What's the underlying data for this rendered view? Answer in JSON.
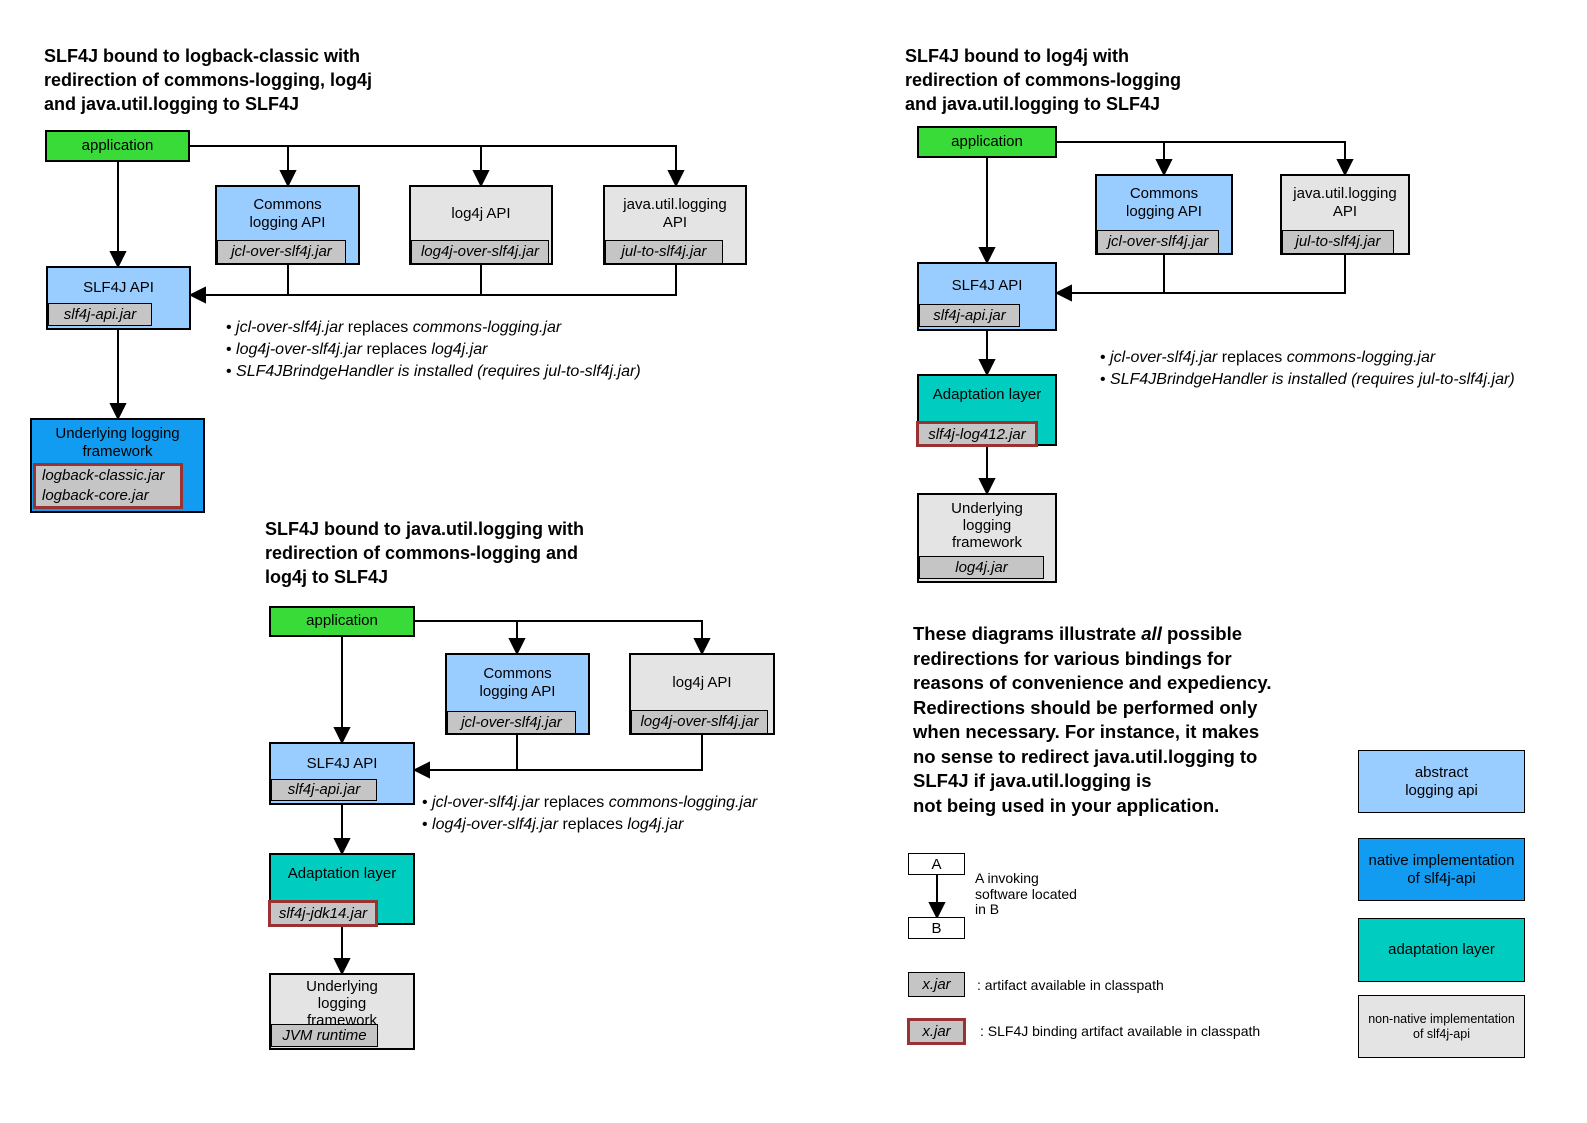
{
  "colors": {
    "green": "#38DB38",
    "lightblue": "#99CCFF",
    "blue": "#119CF1",
    "teal": "#00CCC0",
    "gray": "#E4E4E4",
    "jargray": "#C5C5C5",
    "redborder": "#993333",
    "line": "#000000"
  },
  "d1": {
    "title": "SLF4J bound to logback-classic with\nredirection of commons-logging, log4j\nand java.util.logging to SLF4J",
    "application": "application",
    "commons": {
      "label": "Commons\nlogging API",
      "jar": "jcl-over-slf4j.jar"
    },
    "log4j": {
      "label": "log4j API",
      "jar": "log4j-over-slf4j.jar"
    },
    "jul": {
      "label": "java.util.logging\nAPI",
      "jar": "jul-to-slf4j.jar"
    },
    "slf4j": {
      "label": "SLF4J API",
      "jar": "slf4j-api.jar"
    },
    "underlying": {
      "label": "Underlying logging\nframework",
      "jar": "logback-classic.jar\nlogback-core.jar"
    },
    "bullets": [
      [
        {
          "t": "• ",
          "i": false
        },
        {
          "t": "jcl-over-slf4j.jar",
          "i": true
        },
        {
          "t": " replaces ",
          "i": false
        },
        {
          "t": "commons-logging.jar",
          "i": true
        }
      ],
      [
        {
          "t": "• ",
          "i": false
        },
        {
          "t": "log4j-over-slf4j.jar",
          "i": true
        },
        {
          "t": " replaces ",
          "i": false
        },
        {
          "t": "log4j.jar",
          "i": true
        }
      ],
      [
        {
          "t": "• ",
          "i": false
        },
        {
          "t": "SLF4JBrindgeHandler is installed (requires jul-to-slf4j.jar)",
          "i": true
        }
      ]
    ]
  },
  "d2": {
    "title": "SLF4J bound to log4j with\nredirection of commons-logging\nand java.util.logging to SLF4J",
    "application": "application",
    "commons": {
      "label": "Commons\nlogging API",
      "jar": "jcl-over-slf4j.jar"
    },
    "jul": {
      "label": "java.util.logging\nAPI",
      "jar": "jul-to-slf4j.jar"
    },
    "slf4j": {
      "label": "SLF4J API",
      "jar": "slf4j-api.jar"
    },
    "adaptation": {
      "label": "Adaptation layer",
      "jar": "slf4j-log412.jar"
    },
    "underlying": {
      "label": "Underlying\nlogging\nframework",
      "jar": "log4j.jar"
    },
    "bullets": [
      [
        {
          "t": "• ",
          "i": false
        },
        {
          "t": "jcl-over-slf4j.jar",
          "i": true
        },
        {
          "t": " replaces ",
          "i": false
        },
        {
          "t": "commons-logging.jar",
          "i": true
        }
      ],
      [
        {
          "t": "• ",
          "i": false
        },
        {
          "t": "SLF4JBrindgeHandler is installed (requires jul-to-slf4j.jar)",
          "i": true
        }
      ]
    ]
  },
  "d3": {
    "title": "SLF4J bound to java.util.logging with\nredirection of commons-logging and\nlog4j to SLF4J",
    "application": "application",
    "commons": {
      "label": "Commons\nlogging API",
      "jar": "jcl-over-slf4j.jar"
    },
    "log4j": {
      "label": "log4j API",
      "jar": "log4j-over-slf4j.jar"
    },
    "slf4j": {
      "label": "SLF4J API",
      "jar": "slf4j-api.jar"
    },
    "adaptation": {
      "label": "Adaptation layer",
      "jar": "slf4j-jdk14.jar"
    },
    "underlying": {
      "label": "Underlying\nlogging\nframework",
      "jar": "JVM runtime"
    },
    "bullets": [
      [
        {
          "t": "• ",
          "i": false
        },
        {
          "t": "jcl-over-slf4j.jar",
          "i": true
        },
        {
          "t": " replaces ",
          "i": false
        },
        {
          "t": "commons-logging.jar",
          "i": true
        }
      ],
      [
        {
          "t": "• ",
          "i": false
        },
        {
          "t": "log4j-over-slf4j.jar",
          "i": true
        },
        {
          "t": " replaces ",
          "i": false
        },
        {
          "t": "log4j.jar",
          "i": true
        }
      ]
    ]
  },
  "note_lines": [
    [
      {
        "t": "These diagrams illustrate ",
        "i": false
      },
      {
        "t": "all",
        "i": true
      },
      {
        "t": " possible",
        "i": false
      }
    ],
    [
      {
        "t": "redirections for various bindings for",
        "i": false
      }
    ],
    [
      {
        "t": "reasons of convenience and expediency.",
        "i": false
      }
    ],
    [
      {
        "t": "Redirections should be performed only",
        "i": false
      }
    ],
    [
      {
        "t": "when necessary. For instance, it makes",
        "i": false
      }
    ],
    [
      {
        "t": "no sense to redirect java.util.logging to",
        "i": false
      }
    ],
    [
      {
        "t": "SLF4J if java.util.logging is",
        "i": false
      }
    ],
    [
      {
        "t": "not being used in your application.",
        "i": false
      }
    ]
  ],
  "legend": {
    "a": "A",
    "b": "B",
    "ab_text": "A invoking\nsoftware located\nin B",
    "xjar": "x.jar",
    "artifact_text": ": artifact available in classpath",
    "binding_text": ": SLF4J binding artifact available in classpath"
  },
  "color_legend": {
    "abstract": "abstract\nlogging api",
    "native": "native implementation\nof slf4j-api",
    "adaptation": "adaptation layer",
    "nonnative": "non-native implementation\nof slf4j-api"
  }
}
